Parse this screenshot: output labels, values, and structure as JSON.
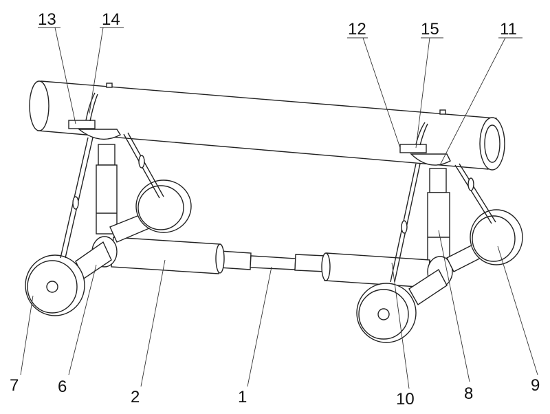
{
  "figure": {
    "labels": {
      "l13": "13",
      "l14": "14",
      "l12": "12",
      "l15": "15",
      "l11": "11",
      "l7": "7",
      "l6": "6",
      "l2": "2",
      "l1": "1",
      "l10": "10",
      "l8": "8",
      "l9": "9"
    }
  }
}
